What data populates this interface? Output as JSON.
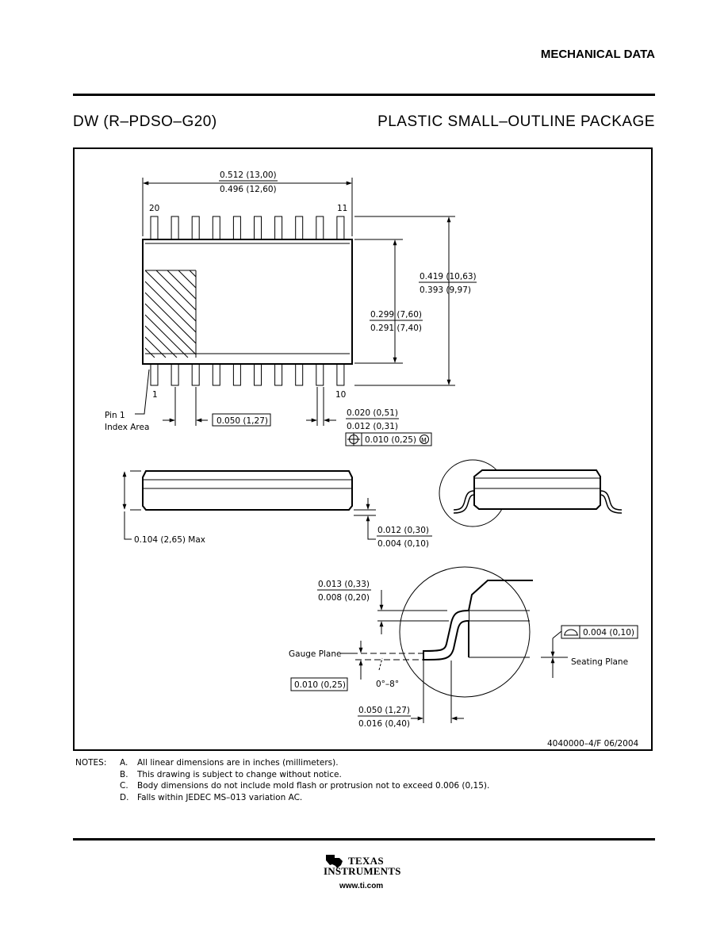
{
  "header": {
    "title": "MECHANICAL DATA",
    "package_code": "DW (R–PDSO–G20)",
    "package_desc": "PLASTIC SMALL–OUTLINE PACKAGE"
  },
  "drawing": {
    "length_max": "0.512 (13,00)",
    "length_min": "0.496 (12,60)",
    "pin_20": "20",
    "pin_11": "11",
    "pin_1": "1",
    "pin_10": "10",
    "overall_width_max": "0.419 (10,63)",
    "overall_width_min": "0.393 (9,97)",
    "body_width_max": "0.299 (7,60)",
    "body_width_min": "0.291 (7,40)",
    "pin1_label_line1": "Pin 1",
    "pin1_label_line2": "Index Area",
    "pitch": "0.050 (1,27)",
    "lead_width_max": "0.020 (0,51)",
    "lead_width_min": "0.012 (0,31)",
    "position_tol": "0.010 (0,25)",
    "position_tol_modifier": "M",
    "height_max": "0.104 (2,65) Max",
    "standoff_max": "0.012 (0,30)",
    "standoff_min": "0.004 (0,10)",
    "lead_thk_max": "0.013 (0,33)",
    "lead_thk_min": "0.008 (0,20)",
    "gauge_plane": "Gauge Plane",
    "seating_plane": "Seating Plane",
    "coplanarity": "0.004 (0,10)",
    "gauge_dim": "0.010 (0,25)",
    "angle": "0°–8°",
    "foot_max": "0.050 (1,27)",
    "foot_min": "0.016 (0,40)",
    "drawing_number": "4040000–4/F 06/2004"
  },
  "notes": {
    "label": "NOTES:",
    "items": [
      {
        "letter": "A.",
        "text": "All linear dimensions are in inches (millimeters)."
      },
      {
        "letter": "B.",
        "text": "This drawing is subject to change without notice."
      },
      {
        "letter": "C.",
        "text": "Body dimensions do not include mold flash or protrusion not to exceed 0.006 (0,15)."
      },
      {
        "letter": "D.",
        "text": "Falls within JEDEC MS–013 variation AC."
      }
    ]
  },
  "footer": {
    "brand_line1": "TEXAS",
    "brand_line2": "INSTRUMENTS",
    "url": "www.ti.com"
  }
}
